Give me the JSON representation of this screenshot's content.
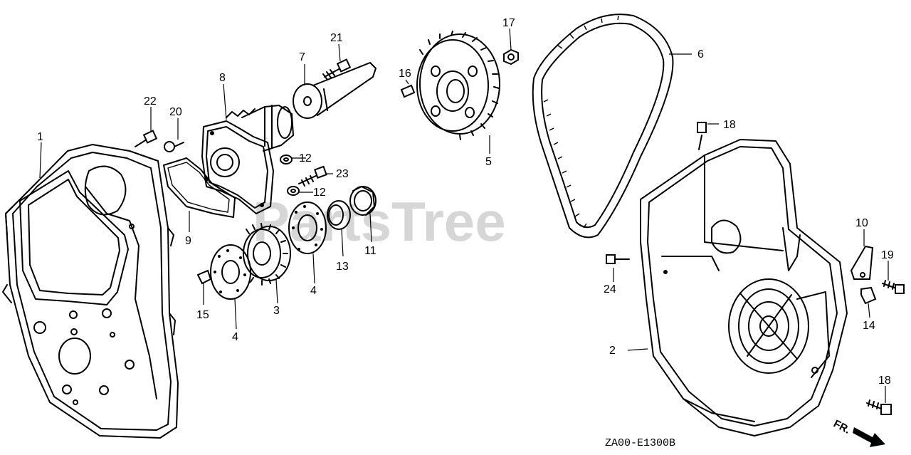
{
  "watermark": "PartsTree",
  "diagram_code": "ZA00-E1300B",
  "direction_label": "FR.",
  "callouts": [
    {
      "id": "c1",
      "text": "1"
    },
    {
      "id": "c2",
      "text": "2"
    },
    {
      "id": "c3",
      "text": "3"
    },
    {
      "id": "c4a",
      "text": "4"
    },
    {
      "id": "c4b",
      "text": "4"
    },
    {
      "id": "c5",
      "text": "5"
    },
    {
      "id": "c6",
      "text": "6"
    },
    {
      "id": "c7",
      "text": "7"
    },
    {
      "id": "c8",
      "text": "8"
    },
    {
      "id": "c9",
      "text": "9"
    },
    {
      "id": "c10",
      "text": "10"
    },
    {
      "id": "c11",
      "text": "11"
    },
    {
      "id": "c12a",
      "text": "12"
    },
    {
      "id": "c12b",
      "text": "12"
    },
    {
      "id": "c13",
      "text": "13"
    },
    {
      "id": "c14",
      "text": "14"
    },
    {
      "id": "c15",
      "text": "15"
    },
    {
      "id": "c16",
      "text": "16"
    },
    {
      "id": "c17",
      "text": "17"
    },
    {
      "id": "c18a",
      "text": "18"
    },
    {
      "id": "c18b",
      "text": "18"
    },
    {
      "id": "c19",
      "text": "19"
    },
    {
      "id": "c20",
      "text": "20"
    },
    {
      "id": "c21",
      "text": "21"
    },
    {
      "id": "c22",
      "text": "22"
    },
    {
      "id": "c23",
      "text": "23"
    },
    {
      "id": "c24",
      "text": "24"
    }
  ]
}
